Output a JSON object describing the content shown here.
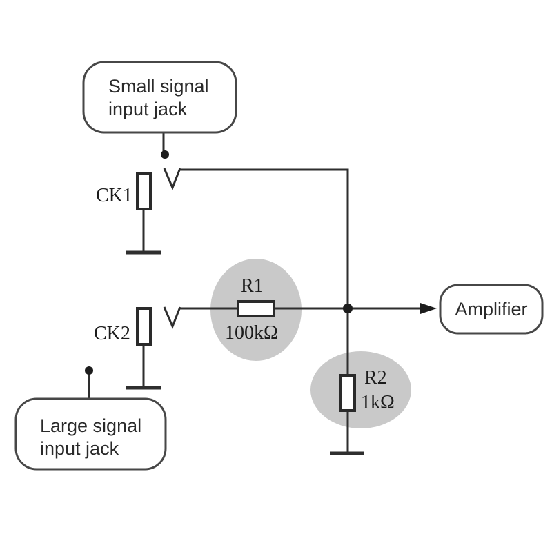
{
  "colors": {
    "background": "#ffffff",
    "line": "#2e2e2e",
    "box_border": "#474747",
    "highlight": "#c9c9c9",
    "text": "#2a2a2a"
  },
  "labels": {
    "small_signal_box_line1": "Small signal",
    "small_signal_box_line2": "input jack",
    "large_signal_box_line1": "Large signal",
    "large_signal_box_line2": "input jack",
    "amplifier_box": "Amplifier",
    "ck1": "CK1",
    "ck2": "CK2",
    "r1_name": "R1",
    "r1_value": "100kΩ",
    "r2_name": "R2",
    "r2_value": "1kΩ"
  }
}
